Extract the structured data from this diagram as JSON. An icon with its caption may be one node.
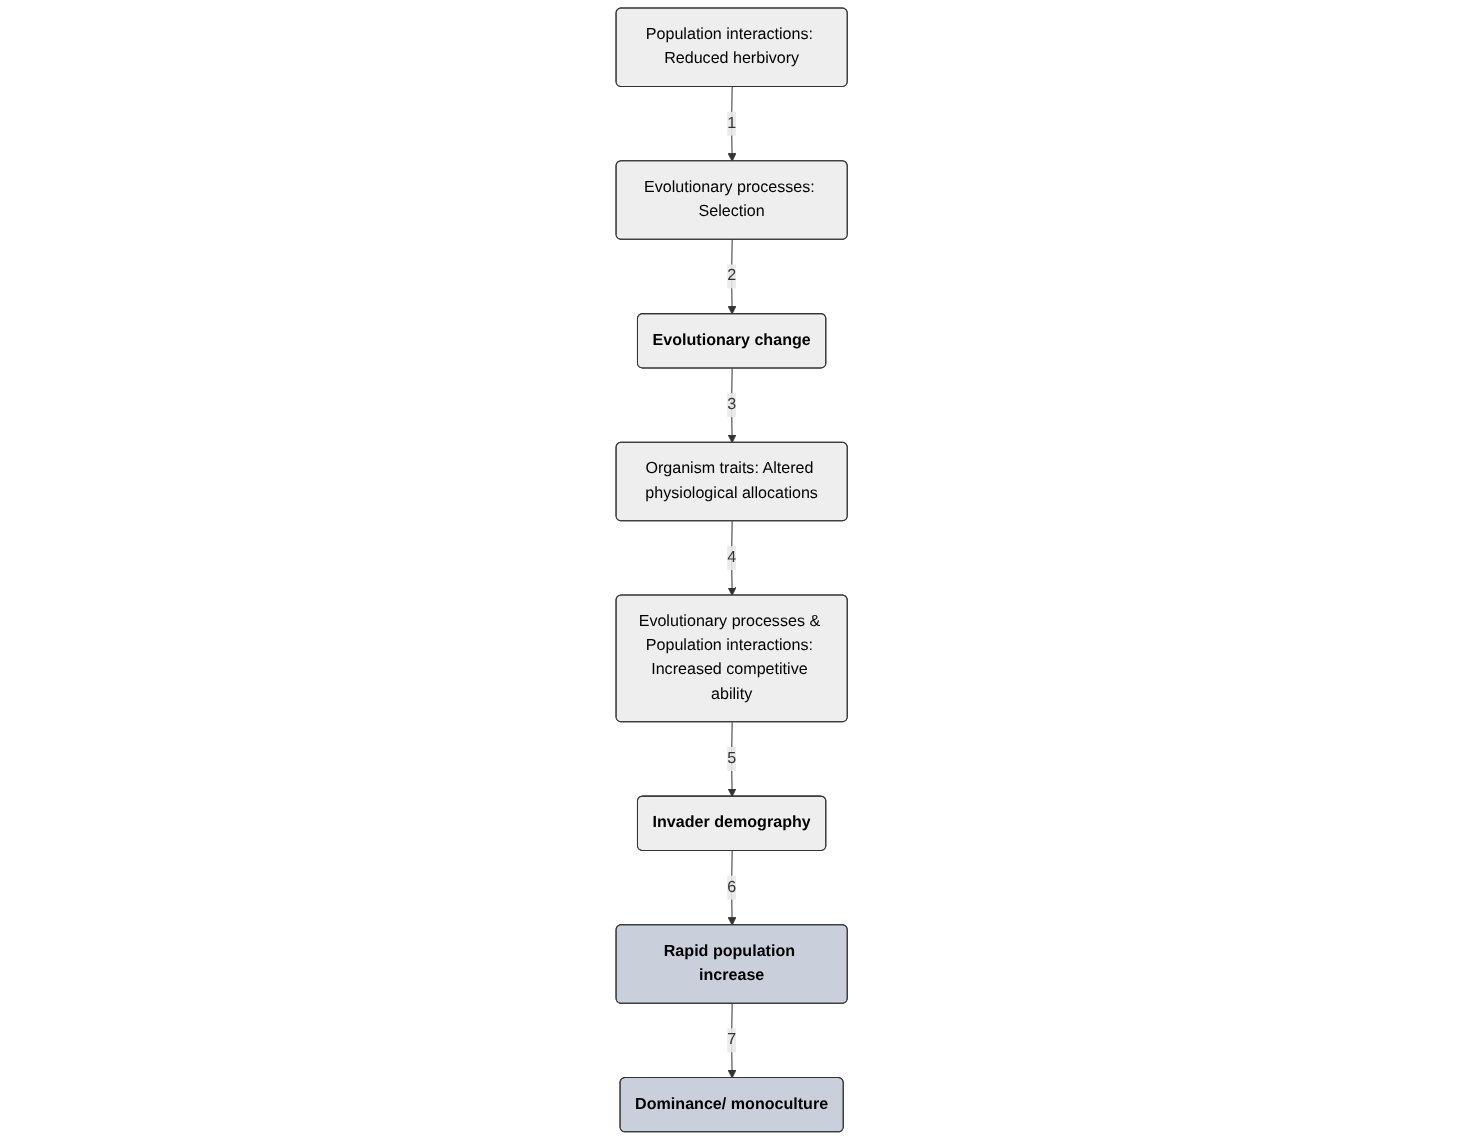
{
  "diagram": {
    "nodes": [
      {
        "text": [
          "Population interactions: Reduced herbivory"
        ]
      },
      {
        "text": [
          "Evolutionary processes: Selection"
        ]
      },
      {
        "text": [
          "Evolutionary change"
        ]
      },
      {
        "text": [
          "Organism traits: Altered physiological allocations"
        ]
      },
      {
        "text": [
          "Evolutionary processes & Population interactions: Increased competitive ability"
        ]
      },
      {
        "text": [
          "Invader demography"
        ]
      },
      {
        "text": [
          "Rapid population increase"
        ]
      },
      {
        "text": [
          "Dominance/ monoculture"
        ]
      }
    ],
    "edges": [
      {
        "from": 0,
        "to": 1,
        "arrow": "to",
        "label": "1"
      },
      {
        "from": 1,
        "to": 2,
        "arrow": "to",
        "label": "2"
      },
      {
        "from": 2,
        "to": 3,
        "arrow": "to",
        "label": "3"
      },
      {
        "from": 3,
        "to": 4,
        "arrow": "to",
        "label": "4"
      },
      {
        "from": 4,
        "to": 5,
        "arrow": "to",
        "label": "5"
      },
      {
        "from": 5,
        "to": 6,
        "arrow": "to",
        "label": "6"
      },
      {
        "from": 6,
        "to": 7,
        "arrow": "to",
        "label": "7"
      }
    ]
  }
}
